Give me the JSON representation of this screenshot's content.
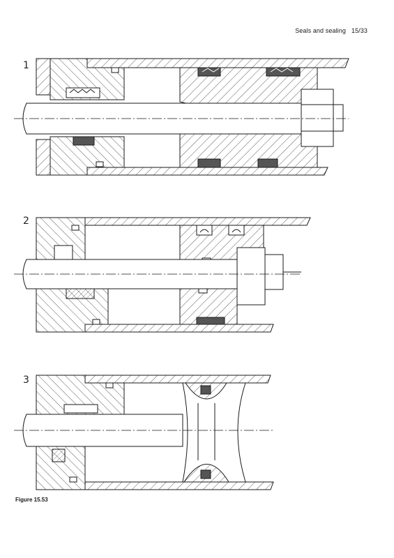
{
  "header": {
    "section": "Seals and sealing",
    "page": "15/33"
  },
  "figure_numbers": [
    "1",
    "2",
    "3"
  ],
  "caption": "Figure 15.53",
  "colors": {
    "ink": "#1a1a1a",
    "seal_fill": "#555555",
    "paper": "#ffffff"
  }
}
